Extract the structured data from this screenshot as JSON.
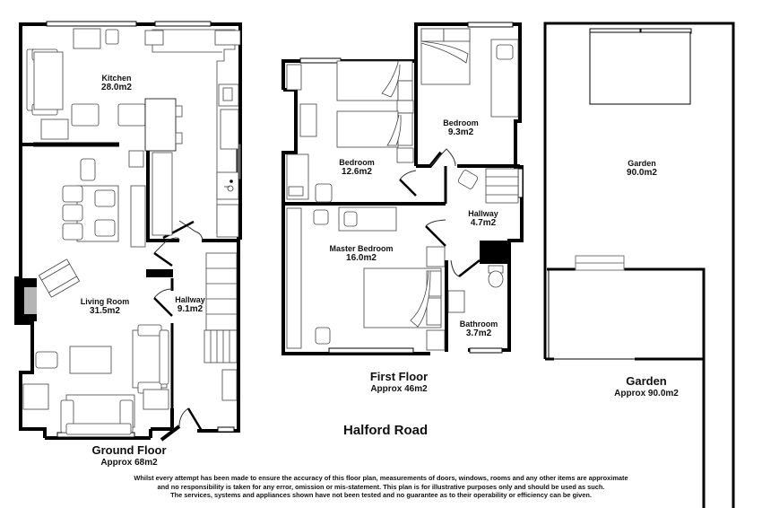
{
  "title": "Halford Road",
  "floors": [
    {
      "name": "Ground Floor",
      "area": "Approx 68m2",
      "rooms": [
        {
          "name": "Kitchen",
          "area": "28.0m2"
        },
        {
          "name": "Living Room",
          "area": "31.5m2"
        },
        {
          "name": "Hallway",
          "area": "9.1m2"
        }
      ]
    },
    {
      "name": "First Floor",
      "area": "Approx 46m2",
      "rooms": [
        {
          "name": "Bedroom",
          "area": "12.6m2"
        },
        {
          "name": "Bedroom",
          "area": "9.3m2"
        },
        {
          "name": "Hallway",
          "area": "4.7m2"
        },
        {
          "name": "Master Bedroom",
          "area": "16.0m2"
        },
        {
          "name": "Bathroom",
          "area": "3.7m2"
        }
      ]
    },
    {
      "name": "Garden",
      "area": "Approx 90.0m2",
      "rooms": [
        {
          "name": "Garden",
          "area": "90.0m2"
        }
      ]
    }
  ],
  "disclaimer": [
    "Whilst every attempt has been made to ensure the accuracy of this floor plan, measurements of doors, windows, rooms and any other items are approximate",
    "and no responsibility is taken for any error, omission or mis-statement. This plan is for illustrative purposes only and should be used as such.",
    "The services, systems and appliances shown have not been tested and no guarantee as to their operability or efficiency can be given."
  ],
  "colors": {
    "wall": "#000000",
    "fixture": "#555555",
    "fireplace_insert": "#b5b5b5",
    "background": "#ffffff"
  }
}
